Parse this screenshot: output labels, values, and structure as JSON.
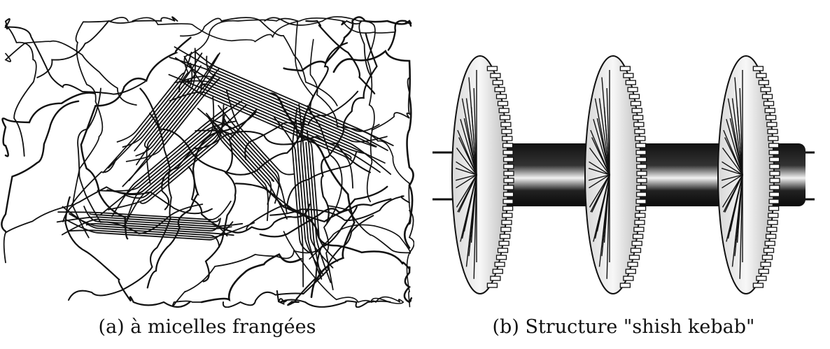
{
  "figure": {
    "panels": [
      {
        "id": "a",
        "caption": "(a) à micelles frangées",
        "subject": "fringed-micelle-drawing"
      },
      {
        "id": "b",
        "caption": "(b) Structure \"shish kebab\"",
        "subject": "shish-kebab-image"
      }
    ],
    "colors": {
      "ink": "#111111",
      "paper": "#ffffff",
      "shade": "#e8e8e8"
    }
  }
}
